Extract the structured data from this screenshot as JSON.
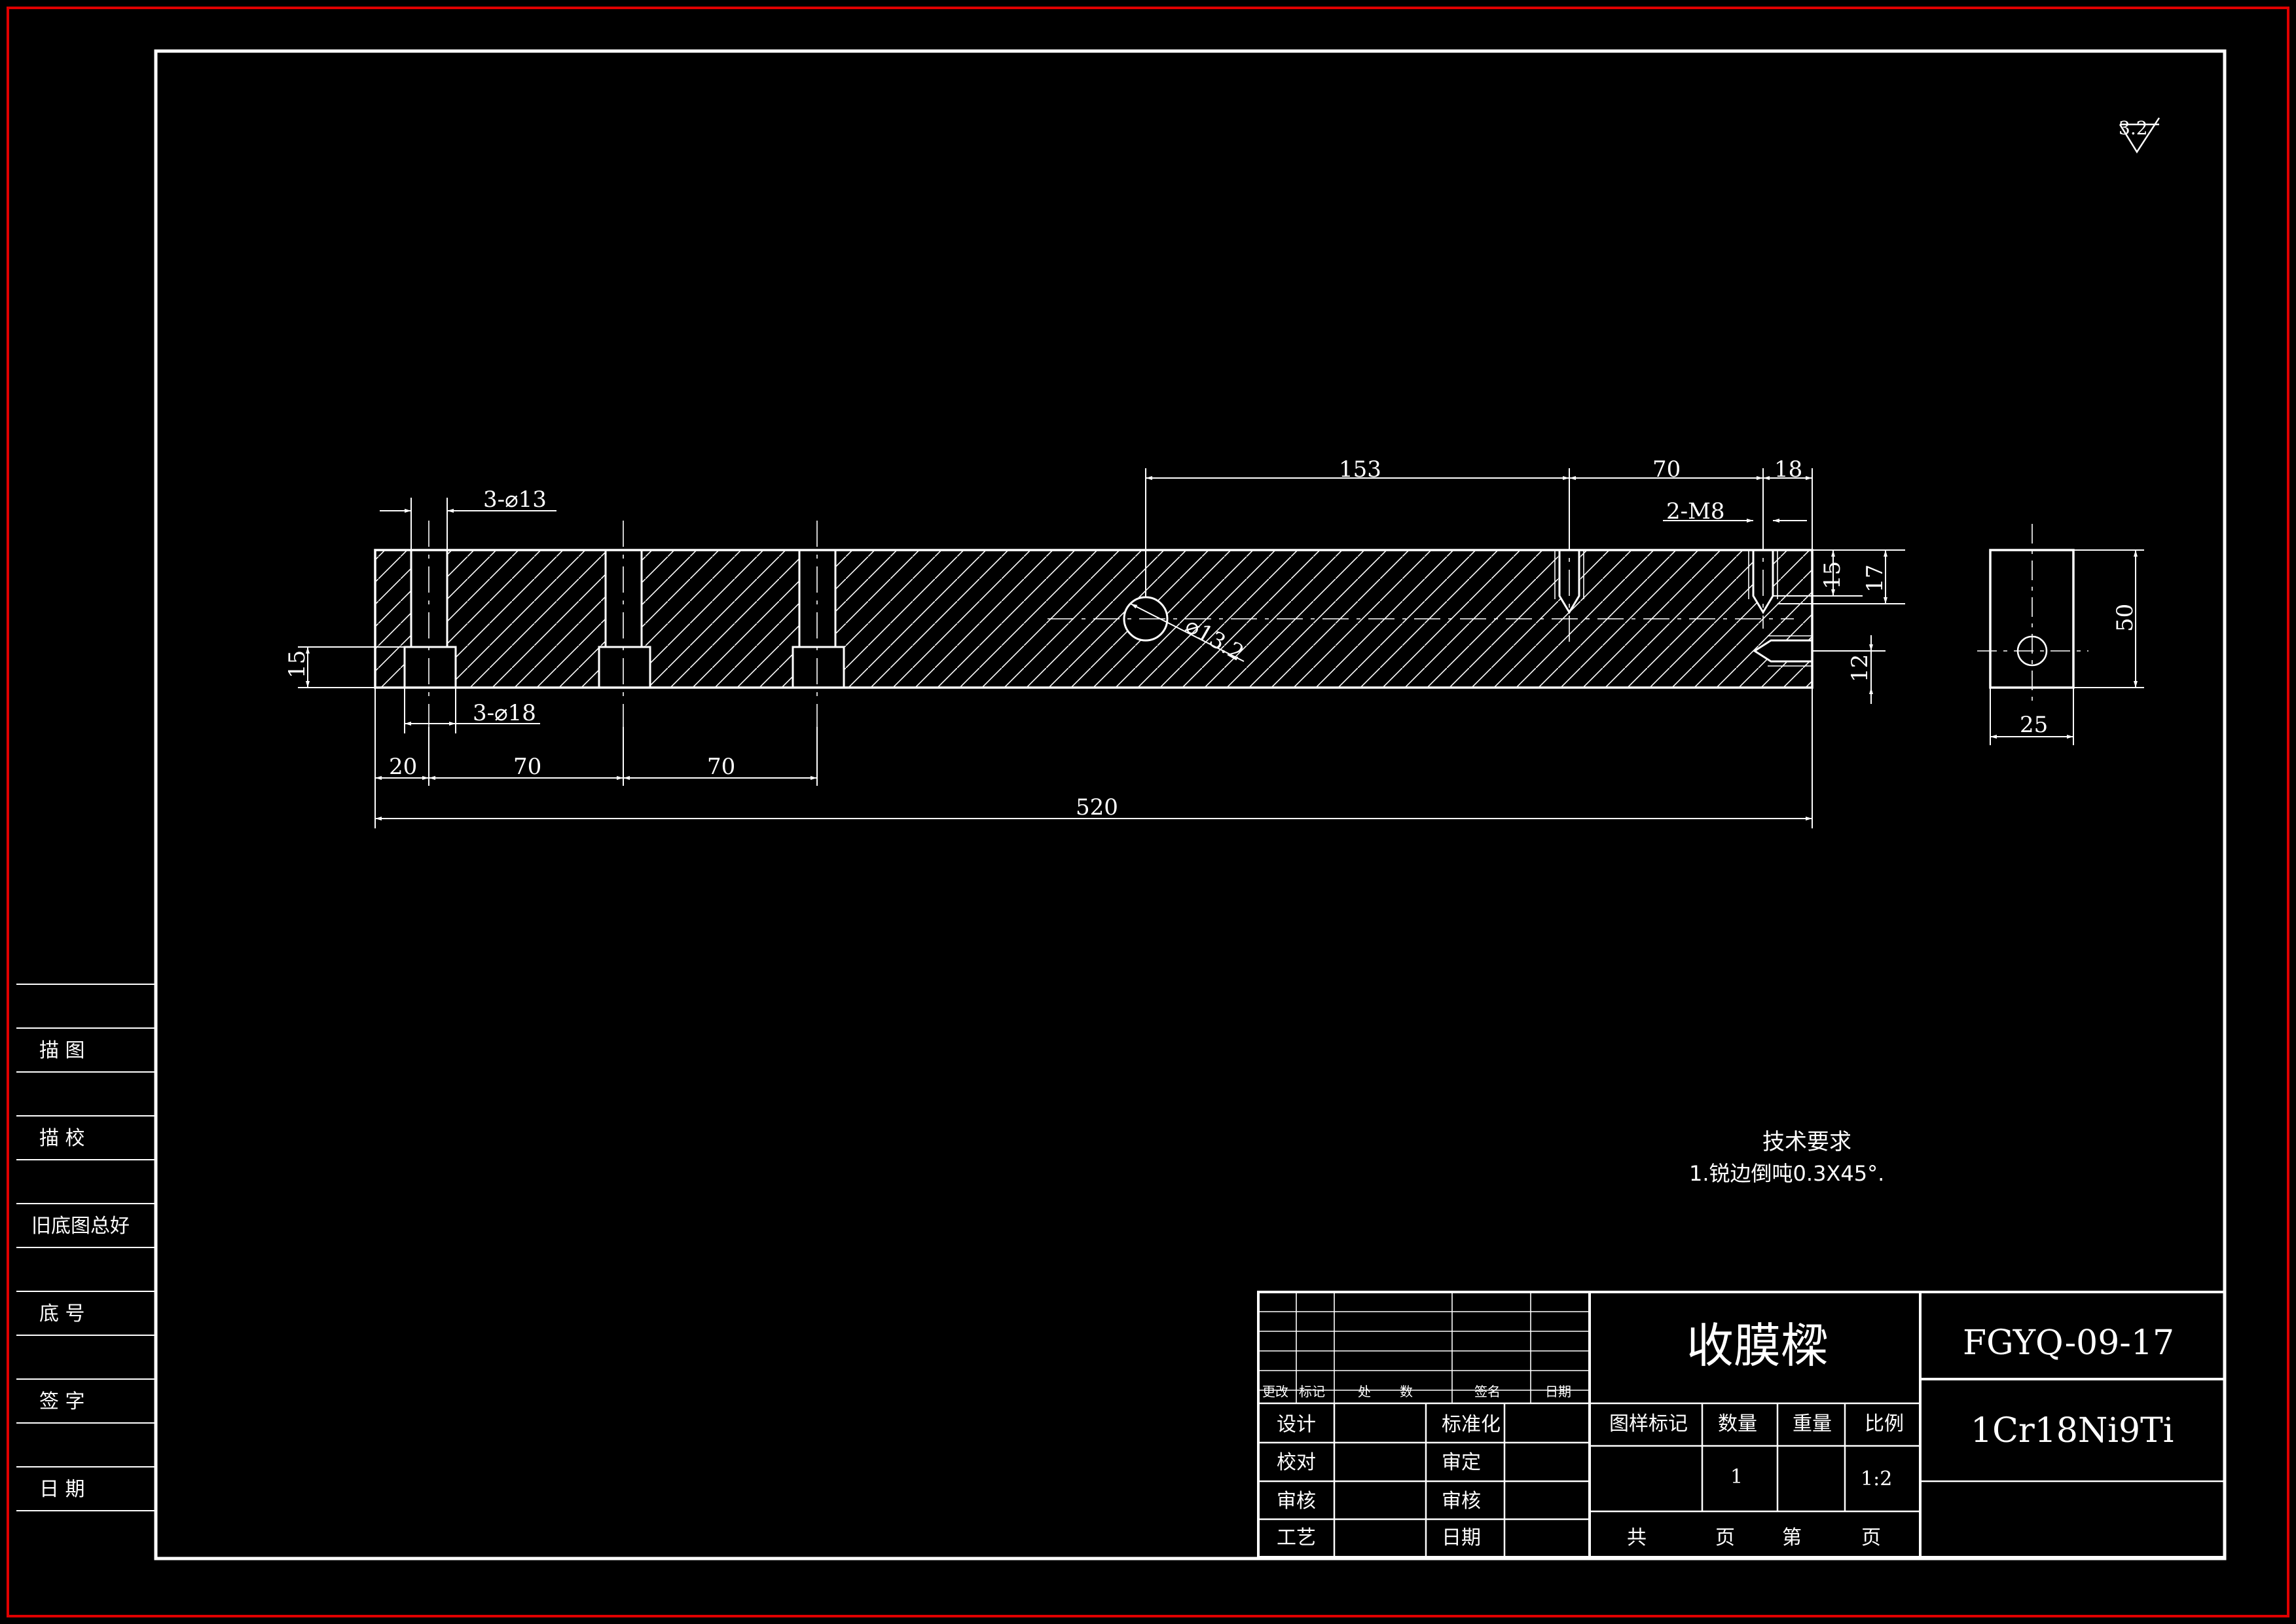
{
  "colors": {
    "background": "#000000",
    "outer_border": "#e00000",
    "lines": "#ffffff"
  },
  "roughness": {
    "value": "3.2"
  },
  "front_view": {
    "holes_top_label": "3-⌀13",
    "holes_bottom_label": "3-⌀18",
    "m8_label": "2-M8",
    "circle_label": "⌀13.2",
    "dims": {
      "d153": "153",
      "d70_top": "70",
      "d18": "18",
      "d15_left": "15",
      "d15_right": "15",
      "d17": "17",
      "d12": "12",
      "d20": "20",
      "d70_a": "70",
      "d70_b": "70",
      "d520": "520"
    }
  },
  "side_view": {
    "d50": "50",
    "d25": "25"
  },
  "tech_requirements": {
    "title": "技术要求",
    "item1": "1.锐边倒吨0.3X45°."
  },
  "left_strip": [
    "描 图",
    "描 校",
    "旧底图总好",
    "底 号",
    "签 字",
    "日 期"
  ],
  "title_block": {
    "change_headers": [
      "更改",
      "标记",
      "处",
      "数",
      "签名",
      "日期"
    ],
    "roles_left": [
      "设计",
      "校对",
      "审核",
      "工艺"
    ],
    "roles_right": [
      "标准化",
      "审定",
      "审核",
      "日期"
    ],
    "part_name": "收膜樑",
    "drawing_no": "FGYQ-09-17",
    "material": "1Cr18Ni9Ti",
    "attr_headers": [
      "图样标记",
      "数量",
      "重量",
      "比例"
    ],
    "quantity": "1",
    "scale": "1:2",
    "footer": [
      "共",
      "页",
      "第",
      "页"
    ]
  }
}
